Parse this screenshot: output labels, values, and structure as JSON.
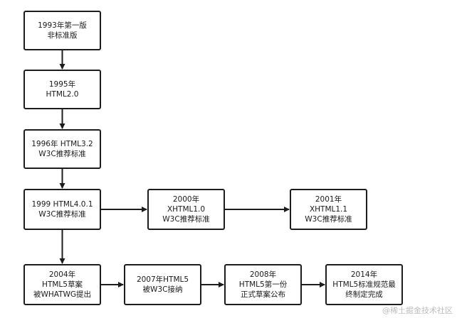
{
  "nodes": {
    "n1": {
      "lines": [
        "1993年第一版",
        "非标准版"
      ]
    },
    "n2": {
      "lines": [
        "1995年",
        "HTML2.0"
      ]
    },
    "n3": {
      "lines": [
        "1996年 HTML3.2",
        "W3C推荐标准"
      ]
    },
    "n4": {
      "lines": [
        "1999 HTML4.0.1",
        "W3C推荐标准"
      ]
    },
    "n5": {
      "lines": [
        "2000年",
        "XHTML1.0",
        "W3C推荐标准"
      ]
    },
    "n6": {
      "lines": [
        "2001年",
        "XHTML1.1",
        "W3C推荐标准"
      ]
    },
    "n7": {
      "lines": [
        "2004年",
        "HTML5草案",
        "被WHATWG提出"
      ]
    },
    "n8": {
      "lines": [
        "2007年HTML5",
        "被W3C接纳"
      ]
    },
    "n9": {
      "lines": [
        "2008年",
        "HTML5第一份",
        "正式草案公布"
      ]
    },
    "n10": {
      "lines": [
        "2014年",
        "HTML5标准规范最",
        "终制定完成"
      ]
    }
  },
  "edges": [
    {
      "from": "n1",
      "to": "n2"
    },
    {
      "from": "n2",
      "to": "n3"
    },
    {
      "from": "n3",
      "to": "n4"
    },
    {
      "from": "n4",
      "to": "n5"
    },
    {
      "from": "n5",
      "to": "n6"
    },
    {
      "from": "n4",
      "to": "n7"
    },
    {
      "from": "n7",
      "to": "n8"
    },
    {
      "from": "n8",
      "to": "n9"
    },
    {
      "from": "n9",
      "to": "n10"
    }
  ],
  "watermark": "@稀土掘金技术社区",
  "colors": {
    "stroke": "#1c1c1c",
    "watermark": "#bcbcbc"
  }
}
